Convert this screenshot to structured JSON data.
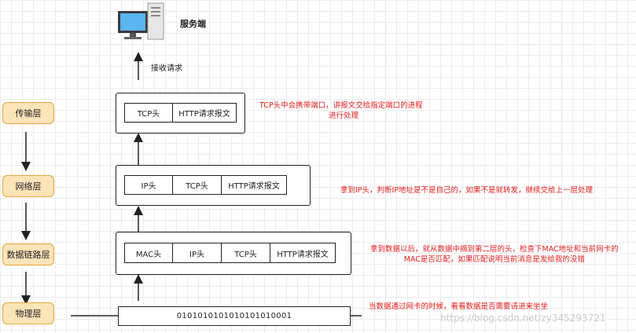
{
  "server": {
    "label": "服务端",
    "icon": "computer-icon"
  },
  "receive_label": "接收请求",
  "layers": [
    {
      "id": "transport",
      "label": "传输层"
    },
    {
      "id": "network",
      "label": "网络层"
    },
    {
      "id": "datalink",
      "label": "数据链路层"
    },
    {
      "id": "physical",
      "label": "物理层"
    }
  ],
  "transport_cells": [
    "TCP头",
    "HTTP请求报文"
  ],
  "network_cells": [
    "IP头",
    "TCP头",
    "HTTP请求报文"
  ],
  "datalink_cells": [
    "MAC头",
    "IP头",
    "TCP头",
    "HTTP请求报文"
  ],
  "physical_bits": "0101010101010101010001",
  "notes": {
    "transport_line1": "TCP头中会携带端口，讲报文交给指定端口的进程",
    "transport_line2": "进行处理",
    "network": "拿到IP头，判断IP地址是不是自己的，如果不是就转发，继续交给上一层处理",
    "datalink_line1": "拿到数据以后，就从数据中摘到第二层的头，检查下MAC地址和当前网卡的",
    "datalink_line2": "MAC是否匹配，如果匹配说明当前消息是发给我的没错",
    "physical": "当数据通过网卡的时候，看看数据是否需要请进来坐坐"
  },
  "watermark": "https://blog.csdn.net/zy345293721",
  "colors": {
    "note": "#e02020",
    "layer_fill": "#fde3b8",
    "layer_border": "#e0a93a"
  }
}
